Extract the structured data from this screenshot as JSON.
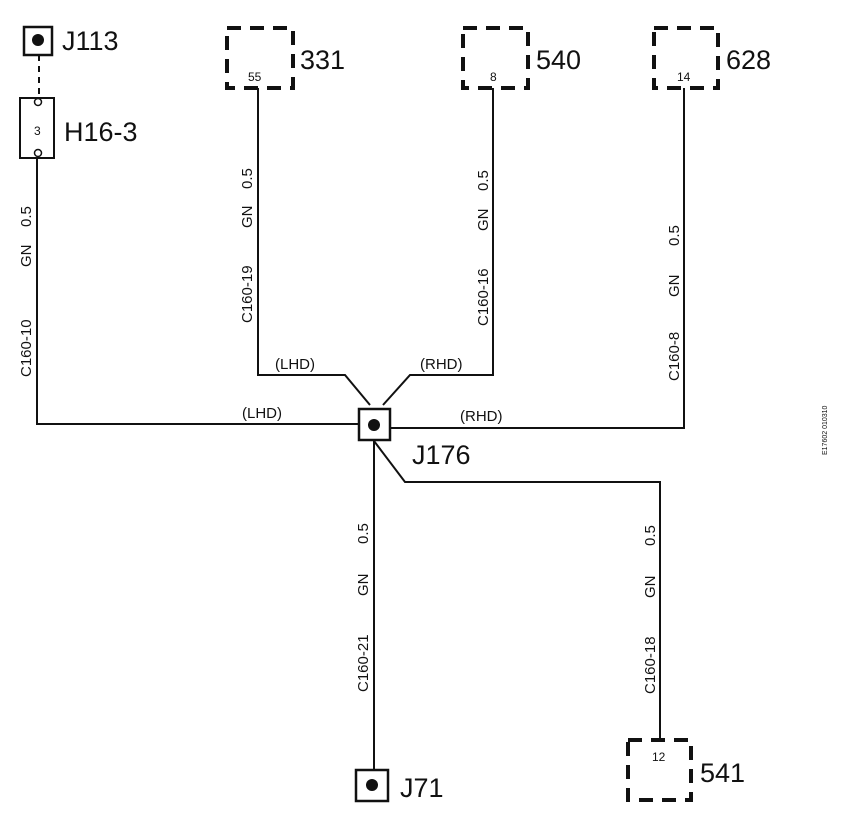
{
  "connectors": {
    "j113": "J113",
    "h16": "H16-3",
    "h16_pin": "3",
    "c331": "331",
    "c331_pin": "55",
    "c540": "540",
    "c540_pin": "8",
    "c628": "628",
    "c628_pin": "14",
    "j176": "J176",
    "j71": "J71",
    "c541": "541",
    "c541_pin": "12"
  },
  "wires": {
    "c160_10": {
      "circuit": "C160-10",
      "color": "GN",
      "size": "0.5"
    },
    "c160_19": {
      "circuit": "C160-19",
      "color": "GN",
      "size": "0.5"
    },
    "c160_16": {
      "circuit": "C160-16",
      "color": "GN",
      "size": "0.5"
    },
    "c160_8": {
      "circuit": "C160-8",
      "color": "GN",
      "size": "0.5"
    },
    "c160_21": {
      "circuit": "C160-21",
      "color": "GN",
      "size": "0.5"
    },
    "c160_18": {
      "circuit": "C160-18",
      "color": "GN",
      "size": "0.5"
    }
  },
  "variants": {
    "lhd_upper": "(LHD)",
    "rhd_upper": "(RHD)",
    "lhd_lower": "(LHD)",
    "rhd_lower": "(RHD)"
  },
  "reference": "E17602 010310"
}
